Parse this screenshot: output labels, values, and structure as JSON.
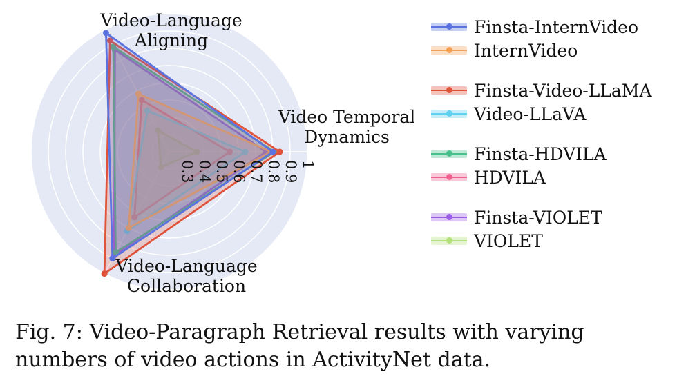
{
  "chart_data": {
    "type": "radar",
    "axes": [
      {
        "key": "aligning",
        "lines": [
          "Video-Language",
          "Aligning"
        ]
      },
      {
        "key": "temporal",
        "lines": [
          "Video Temporal",
          "Dynamics"
        ]
      },
      {
        "key": "collab",
        "lines": [
          "Video-Language",
          "Collaboration"
        ]
      }
    ],
    "tick_labels": [
      "0.3",
      "0.4",
      "0.5",
      "0.6",
      "0.7",
      "0.8",
      "0.9",
      "1"
    ],
    "range": [
      0.2,
      1.0
    ],
    "series": [
      {
        "name": "Finsta-InternVideo",
        "color": "#5a73e0",
        "values": [
          0.98,
          0.8,
          0.9
        ]
      },
      {
        "name": "InternVideo",
        "color": "#f5a055",
        "values": [
          0.58,
          0.79,
          0.7
        ]
      },
      {
        "name": "Finsta-Video-LLaMA",
        "color": "#e0533b",
        "values": [
          0.93,
          0.84,
          1.0
        ]
      },
      {
        "name": "Video-LLaVA",
        "color": "#5fd0ee",
        "values": [
          0.47,
          0.64,
          0.72
        ]
      },
      {
        "name": "Finsta-HDVILA",
        "color": "#48c08c",
        "values": [
          0.89,
          0.81,
          0.86
        ]
      },
      {
        "name": "HDVILA",
        "color": "#ef6290",
        "values": [
          0.54,
          0.55,
          0.63
        ]
      },
      {
        "name": "Finsta-VIOLET",
        "color": "#9a5ee8",
        "values": [
          0.87,
          0.76,
          0.88
        ]
      },
      {
        "name": "VIOLET",
        "color": "#b4e07a",
        "values": [
          0.34,
          0.36,
          0.3
        ]
      }
    ]
  },
  "legend_groups": [
    [
      0,
      1
    ],
    [
      2,
      3
    ],
    [
      4,
      5
    ],
    [
      6,
      7
    ]
  ],
  "caption": "Fig. 7: Video-Paragraph Retrieval results with varying numbers of video actions in ActivityNet data."
}
